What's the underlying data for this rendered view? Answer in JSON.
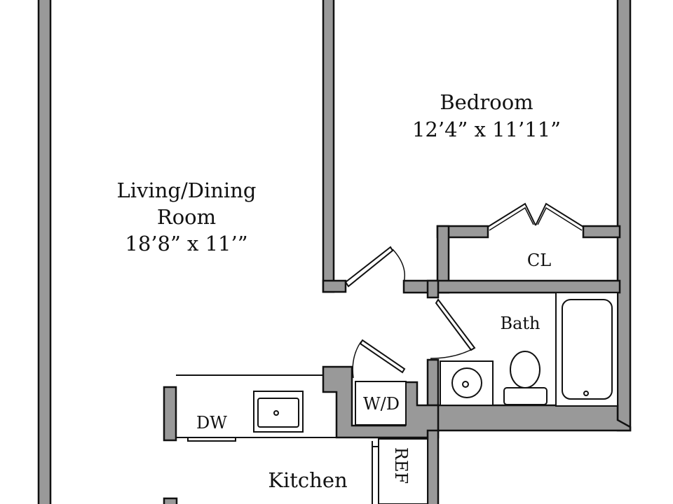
{
  "rooms": {
    "living": {
      "name_line1": "Living/Dining",
      "name_line2": "Room",
      "size": "18’8” x 11’”"
    },
    "bedroom": {
      "name": "Bedroom",
      "size": "12’4” x 11’11”"
    },
    "closet": {
      "name": "CL"
    },
    "bath": {
      "name": "Bath"
    },
    "kitchen": {
      "name": "Kitchen"
    }
  },
  "fixtures": {
    "washer_dryer": "W/D",
    "dishwasher": "DW",
    "refrigerator": "REF"
  },
  "colors": {
    "wall": "#999999",
    "outline": "#111111",
    "background": "#ffffff"
  }
}
